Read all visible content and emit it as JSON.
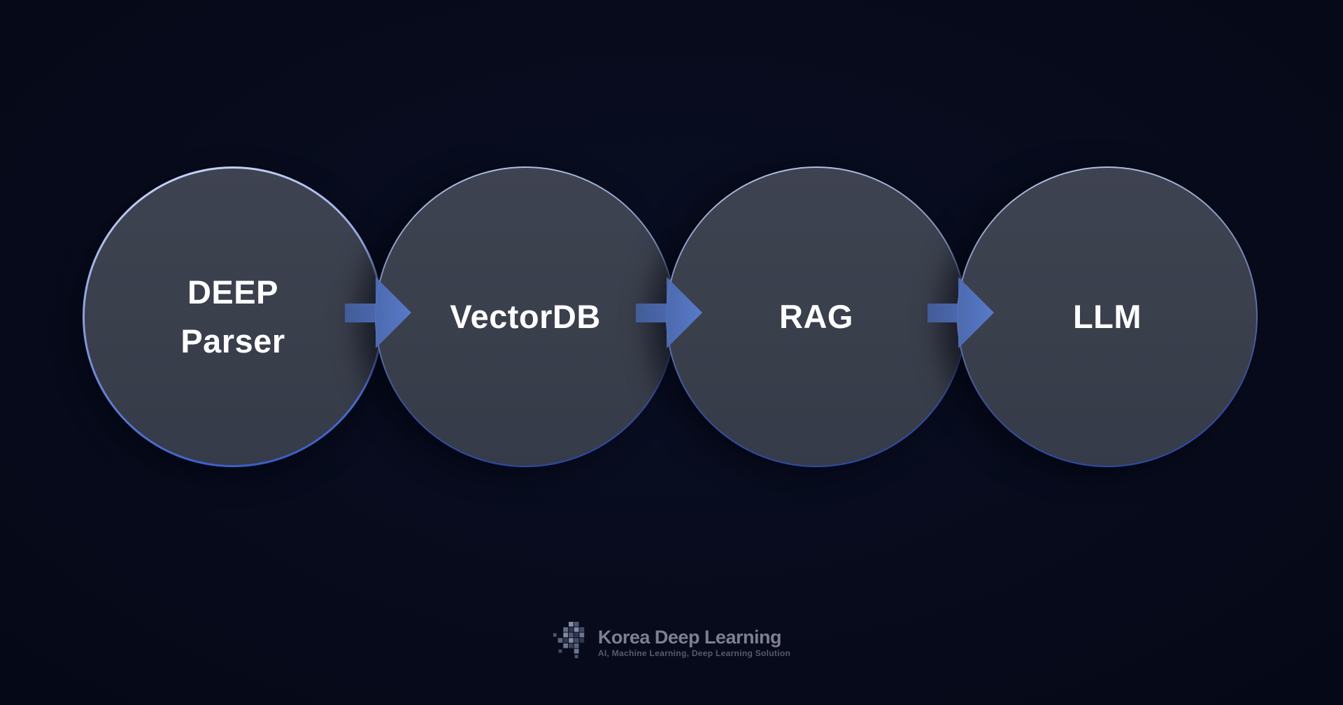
{
  "page": {
    "background_color": "#070b1c",
    "kind": "pipeline-diagram-slide"
  },
  "diagram": {
    "flow_direction": "left-to-right",
    "nodes": [
      {
        "id": "deep-parser",
        "line1": "DEEP",
        "line2": "Parser"
      },
      {
        "id": "vectordb",
        "line1": "VectorDB",
        "line2": ""
      },
      {
        "id": "rag",
        "line1": "RAG",
        "line2": ""
      },
      {
        "id": "llm",
        "line1": "LLM",
        "line2": ""
      }
    ],
    "connectors": [
      {
        "from": "deep-parser",
        "to": "vectordb",
        "icon": "right-arrow-icon"
      },
      {
        "from": "vectordb",
        "to": "rag",
        "icon": "right-arrow-icon"
      },
      {
        "from": "rag",
        "to": "llm",
        "icon": "right-arrow-icon"
      }
    ],
    "colors": {
      "node_fill": "#3a3f4c",
      "node_border_top": "#cfdcf8",
      "node_border_bottom": "#2f55c5",
      "arrow_blue_dark": "#445f9f",
      "arrow_blue_light": "#5b7fd4",
      "label_text": "#ffffff"
    }
  },
  "footer": {
    "logo_icon": "pixel-brain-icon",
    "brand": "Korea Deep Learning",
    "tagline": "AI, Machine Learning, Deep Learning Solution",
    "brand_color": "#7b8192",
    "tagline_color": "#555b6f"
  }
}
